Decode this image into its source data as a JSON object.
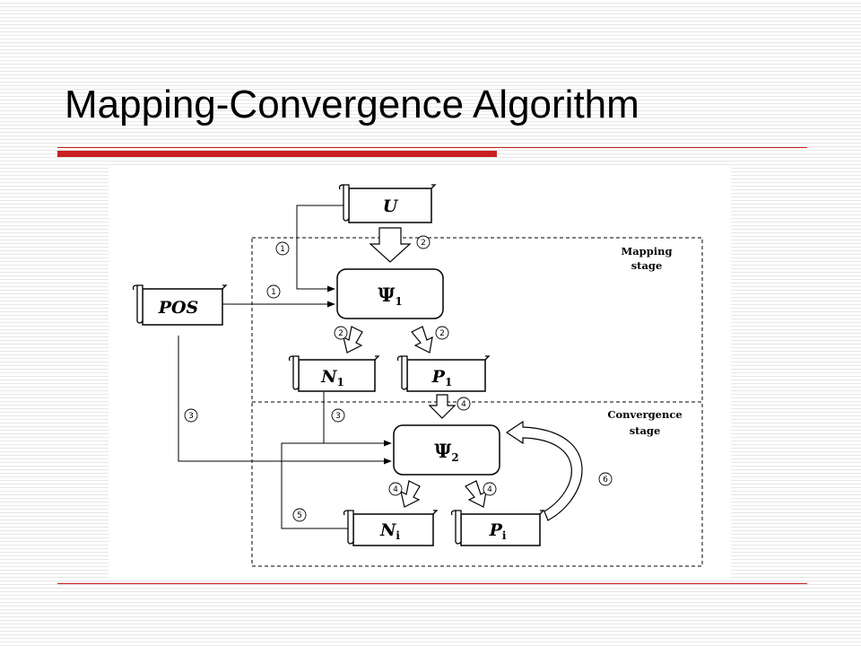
{
  "slide": {
    "title": "Mapping-Convergence Algorithm"
  },
  "diagram": {
    "nodes": {
      "u": {
        "label": "U"
      },
      "pos": {
        "label": "POS"
      },
      "psi1": {
        "label": "Ψ",
        "sub": "1"
      },
      "psi2": {
        "label": "Ψ",
        "sub": "2"
      },
      "n1": {
        "label": "N",
        "sub": "1"
      },
      "p1": {
        "label": "P",
        "sub": "1"
      },
      "ni": {
        "label": "N",
        "sub": "i"
      },
      "pi": {
        "label": "P",
        "sub": "i"
      }
    },
    "stages": {
      "mapping": {
        "line1": "Mapping",
        "line2": "stage"
      },
      "convergence": {
        "line1": "Convergence",
        "line2": "stage"
      }
    },
    "steps": {
      "s1a": "1",
      "s1b": "1",
      "s2a": "2",
      "s2b": "2",
      "s2c": "2",
      "s3a": "3",
      "s3b": "3",
      "s4a": "4",
      "s4b": "4",
      "s4c": "4",
      "s5": "5",
      "s6": "6"
    }
  }
}
